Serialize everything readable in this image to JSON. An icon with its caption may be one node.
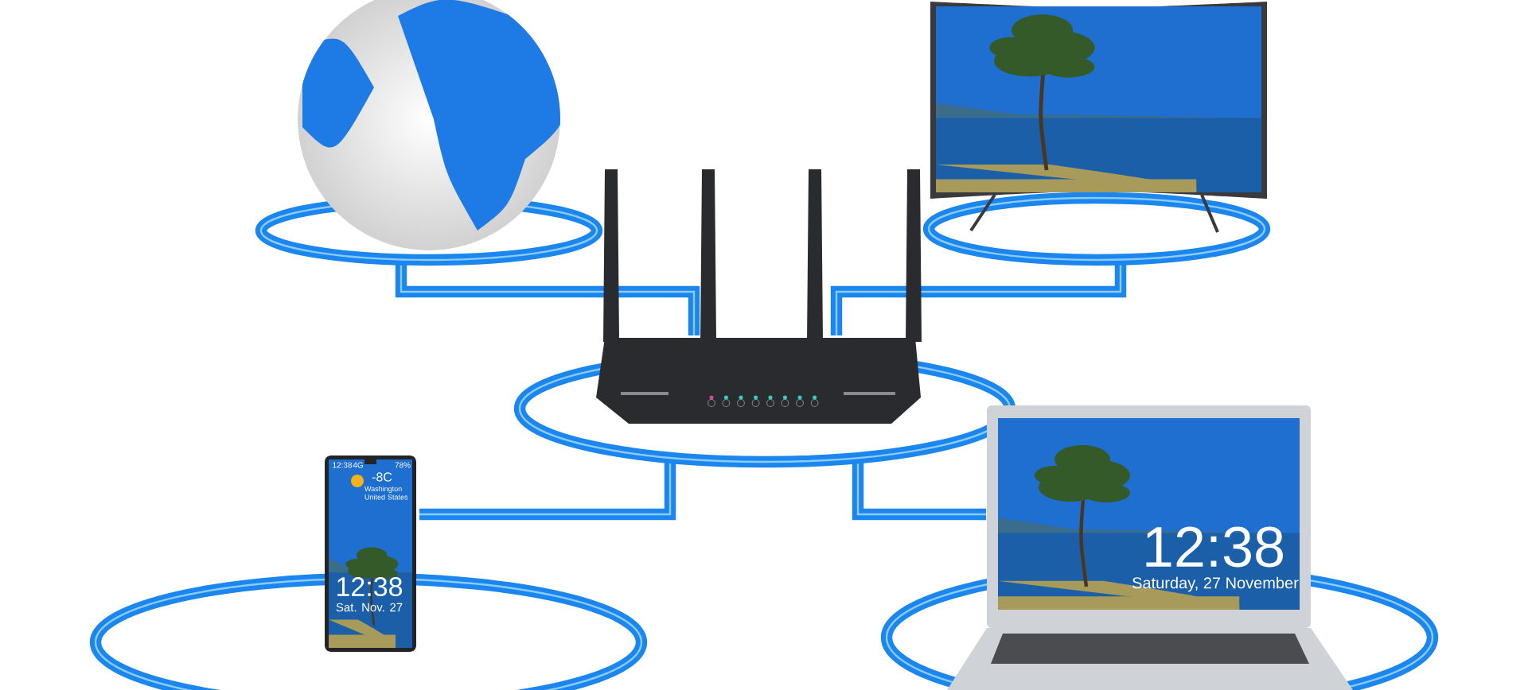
{
  "diagram": {
    "nodes": [
      {
        "text": [],
        "shape": "picture"
      },
      {
        "text": [],
        "shape": "picture"
      },
      {
        "text": [],
        "shape": "picture"
      },
      {
        "text": [
          "12:38",
          "4G",
          "78%",
          "-8C",
          "Washington United States",
          "12:38",
          "Sat. Nov. 27"
        ]
      },
      {
        "text": [
          "12:38",
          "Saturday, 27 November"
        ]
      }
    ],
    "edges": [
      {
        "from": 2,
        "to": 0,
        "arrow": "none"
      },
      {
        "from": 2,
        "to": 1,
        "arrow": "none"
      },
      {
        "from": 2,
        "to": 3,
        "arrow": "none"
      },
      {
        "from": 2,
        "to": 4,
        "arrow": "none"
      }
    ]
  }
}
